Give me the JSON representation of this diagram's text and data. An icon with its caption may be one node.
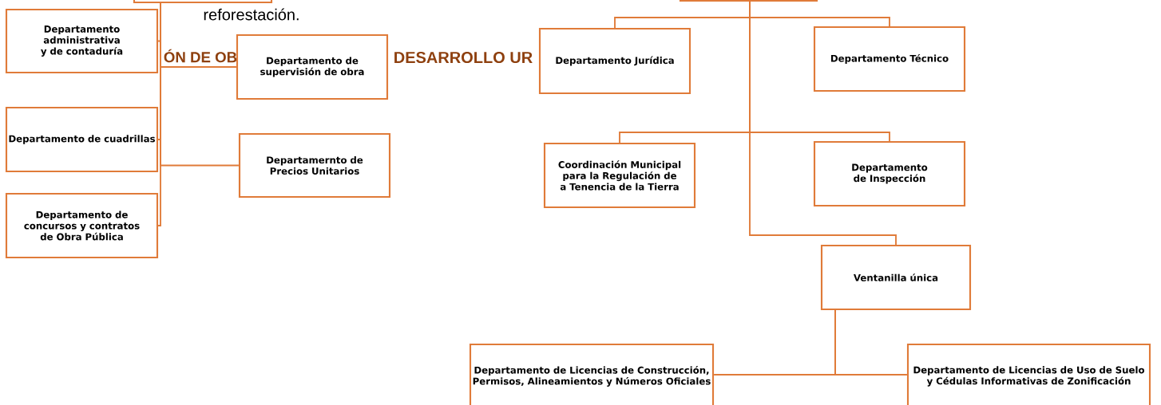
{
  "diagram": {
    "nodes": [
      {
        "text": [],
        "shape": "box"
      },
      {
        "text": [
          "Departamento administrativa y de contaduría"
        ]
      },
      {
        "text": [
          "Departamento de supervisión de obra"
        ]
      },
      {
        "text": [
          "Departamento de cuadrillas"
        ]
      },
      {
        "text": [
          "Departamernto de Precios Unitarios"
        ]
      },
      {
        "text": [
          "Departamento de concursos y contratos de Obra Pública"
        ]
      },
      {
        "text": [],
        "shape": "box"
      },
      {
        "text": [
          "Departamento Jurídica"
        ]
      },
      {
        "text": [
          "Departamento Técnico"
        ]
      },
      {
        "text": [
          "Coordinación Municipal para la Regulación de a Tenencia de la Tierra"
        ]
      },
      {
        "text": [
          "Departamento de Inspección"
        ]
      },
      {
        "text": [
          "Ventanilla única"
        ]
      },
      {
        "text": [
          "Departamento de Licencias de Construcción, Permisos, Alineamientos y Números Oficiales"
        ]
      },
      {
        "text": [
          "Departamento de Licencias de Uso de Suelo y Cédulas Informativas de Zonificación"
        ]
      }
    ],
    "edges": [
      {
        "from": 0,
        "to": 1,
        "arrow": "none"
      },
      {
        "from": 0,
        "to": 2,
        "arrow": "none"
      },
      {
        "from": 0,
        "to": 3,
        "arrow": "none"
      },
      {
        "from": 0,
        "to": 4,
        "arrow": "none"
      },
      {
        "from": 0,
        "to": 5,
        "arrow": "none"
      },
      {
        "from": 6,
        "to": 7,
        "arrow": "none"
      },
      {
        "from": 6,
        "to": 8,
        "arrow": "none"
      },
      {
        "from": 6,
        "to": 9,
        "arrow": "none"
      },
      {
        "from": 6,
        "to": 10,
        "arrow": "none"
      },
      {
        "from": 6,
        "to": 11,
        "arrow": "none"
      },
      {
        "from": 11,
        "to": 12,
        "arrow": "none"
      },
      {
        "from": 11,
        "to": 13,
        "arrow": "none"
      }
    ],
    "labels": [
      "reforestación.",
      "ÓN DE OB",
      "DESARROLLO UR"
    ]
  }
}
